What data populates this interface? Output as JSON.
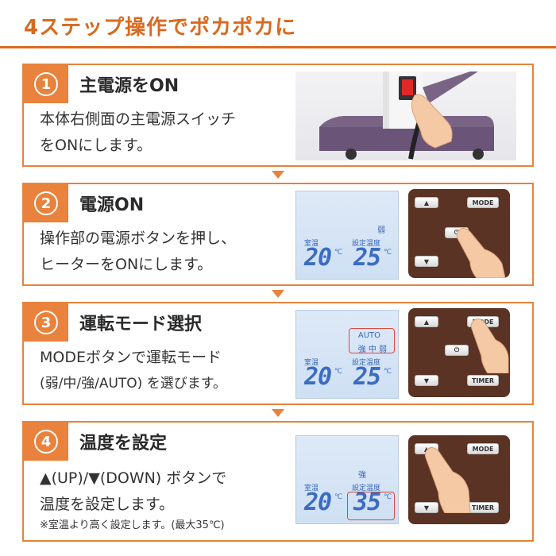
{
  "header": {
    "title": "4ステップ操作でポカポカに"
  },
  "steps": [
    {
      "num": "1",
      "title": "主電源をON",
      "desc_line1": "本体右側面の主電源スイッチ",
      "desc_line2": "をONにします。"
    },
    {
      "num": "2",
      "title": "電源ON",
      "desc_line1": "操作部の電源ボタンを押し、",
      "desc_line2": "ヒーターをONにします。",
      "lcd": {
        "mode": "弱",
        "room_label": "室温",
        "set_label": "設定温度",
        "room_temp": "20",
        "set_temp": "25",
        "unit": "℃"
      }
    },
    {
      "num": "3",
      "title": "運転モード選択",
      "desc_line1": "MODEボタンで運転モード",
      "desc_line2": "(弱/中/強/AUTO) を選びます。",
      "lcd": {
        "mode_auto": "AUTO",
        "mode_options": "強 中 弱",
        "room_label": "室温",
        "set_label": "設定温度",
        "room_temp": "20",
        "set_temp": "25",
        "unit": "℃"
      }
    },
    {
      "num": "4",
      "title": "温度を設定",
      "desc_line1": "▲(UP)/▼(DOWN) ボタンで",
      "desc_line2": "温度を設定します。",
      "note": "※室温より高く設定します。(最大35℃)",
      "lcd": {
        "mode": "強",
        "room_label": "室温",
        "set_label": "設定温度",
        "room_temp": "20",
        "set_temp": "35",
        "unit": "℃"
      }
    }
  ],
  "remote": {
    "up": "▲",
    "down": "▼",
    "mode": "MODE",
    "timer": "TIMER",
    "power": "⏻"
  },
  "colors": {
    "accent": "#e8823c",
    "title": "#d96a1f",
    "pad": "#5a3324",
    "lcd_text": "#3c6cc2"
  }
}
